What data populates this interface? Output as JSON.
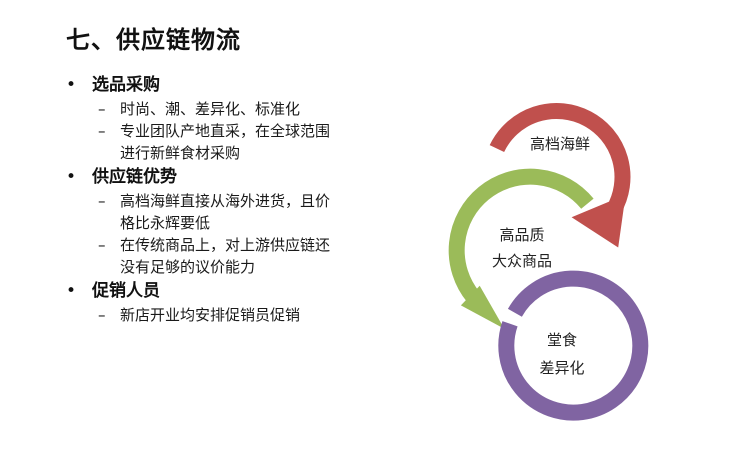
{
  "title": "七、供应链物流",
  "bullets": [
    {
      "heading": "选品采购",
      "items": [
        {
          "lines": [
            "时尚、潮、差异化、标准化"
          ]
        },
        {
          "lines": [
            "专业团队产地直采，在全球范围",
            "进行新鲜食材采购"
          ]
        }
      ]
    },
    {
      "heading": "供应链优势",
      "items": [
        {
          "lines": [
            "高档海鲜直接从海外进货，且价",
            "格比永辉要低"
          ]
        },
        {
          "lines": [
            "在传统商品上，对上游供应链还",
            "没有足够的议价能力"
          ]
        }
      ]
    },
    {
      "heading": "促销人员",
      "items": [
        {
          "lines": [
            "新店开业均安排促销员促销"
          ]
        }
      ]
    }
  ],
  "bullet_symbol": "•",
  "dash_symbol": "–",
  "diagram": {
    "circles": [
      {
        "lines": [
          "高档海鲜"
        ],
        "color": "#c0504d"
      },
      {
        "lines": [
          "高品质",
          "大众商品"
        ],
        "color": "#9bbb59"
      },
      {
        "lines": [
          "堂食",
          "差异化"
        ],
        "color": "#8064a2"
      }
    ]
  }
}
